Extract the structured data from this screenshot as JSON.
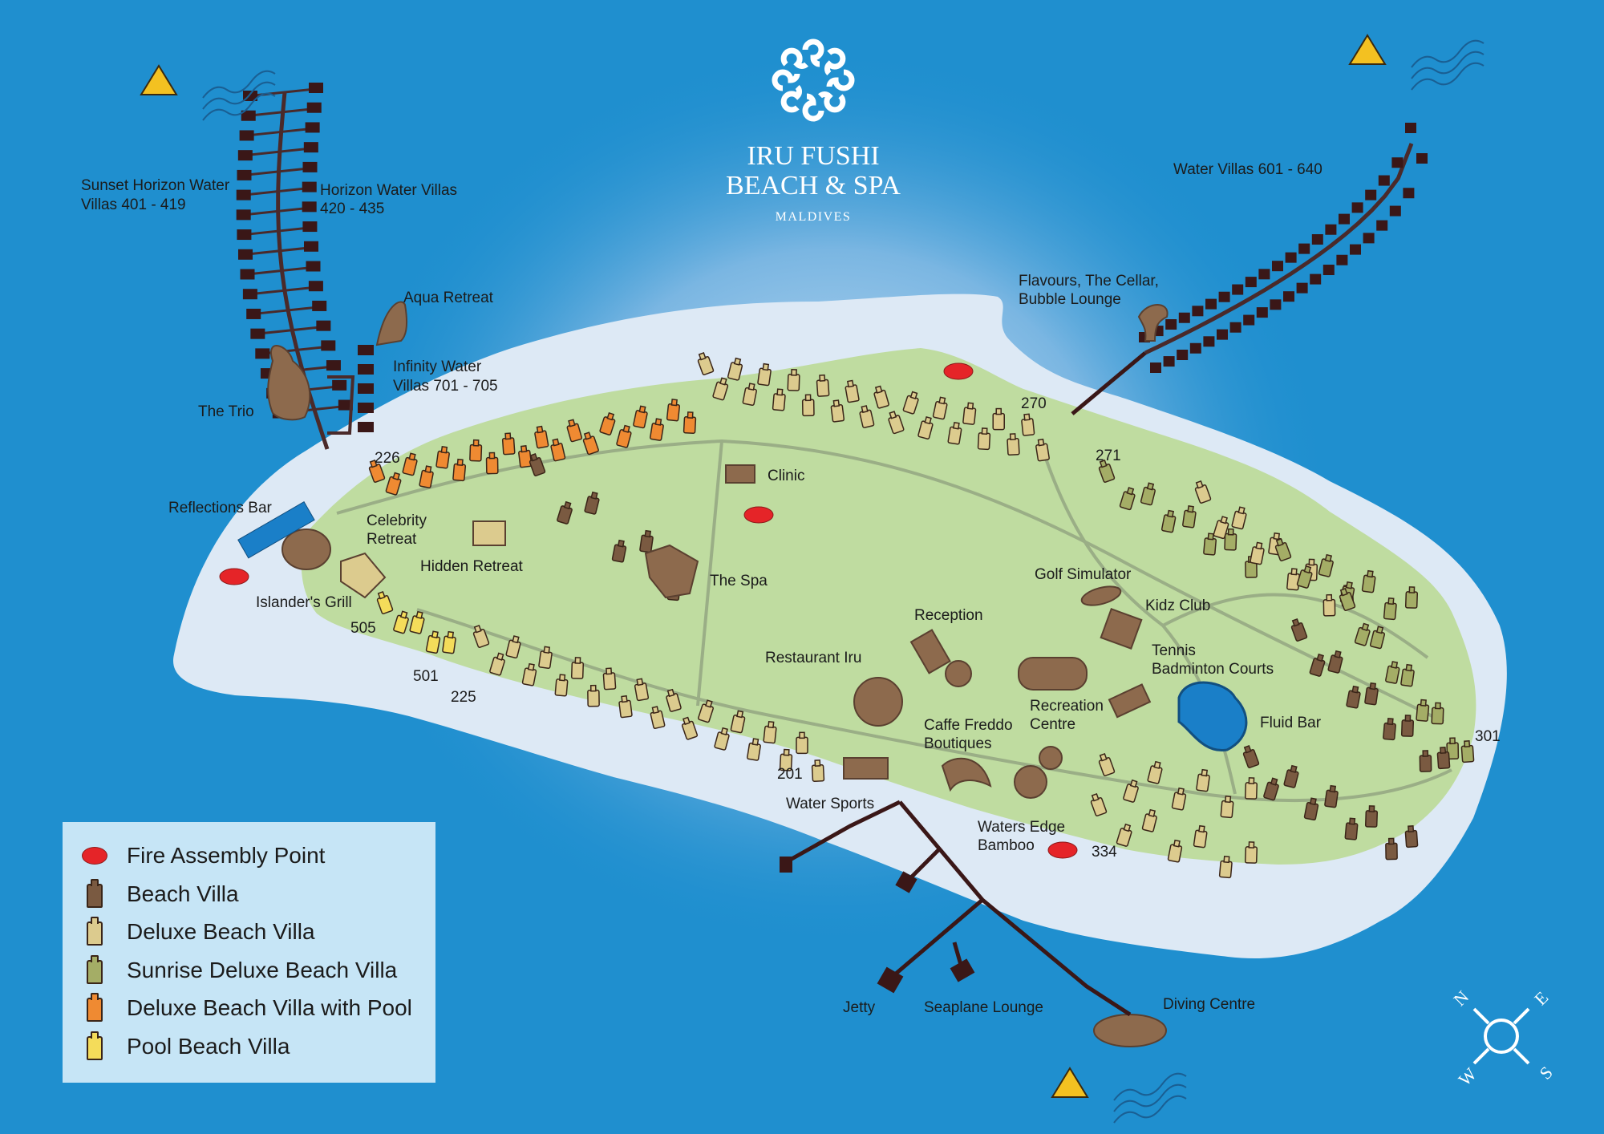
{
  "logo": {
    "line1": "IRU FUSHI",
    "line2": "BEACH & SPA",
    "line3": "MALDIVES"
  },
  "labels": {
    "sunset_horizon_1": "Sunset Horizon Water",
    "sunset_horizon_2": "Villas 401 - 419",
    "horizon_1": "Horizon Water Villas",
    "horizon_2": "420 - 435",
    "aqua_retreat": "Aqua Retreat",
    "infinity_1": "Infinity Water",
    "infinity_2": "Villas 701 - 705",
    "the_trio": "The Trio",
    "reflections_bar": "Reflections Bar",
    "celebrity_1": "Celebrity",
    "celebrity_2": "Retreat",
    "hidden_retreat": "Hidden Retreat",
    "islanders_grill": "Islander's Grill",
    "clinic": "Clinic",
    "the_spa": "The Spa",
    "restaurant_iru": "Restaurant Iru",
    "reception": "Reception",
    "golf_simulator": "Golf Simulator",
    "kidz_club": "Kidz Club",
    "tennis_1": "Tennis",
    "tennis_2": "Badminton Courts",
    "recreation_1": "Recreation",
    "recreation_2": "Centre",
    "caffe_1": "Caffe Freddo",
    "caffe_2": "Boutiques",
    "fluid_bar": "Fluid Bar",
    "water_sports": "Water Sports",
    "waters_edge_1": "Waters Edge",
    "waters_edge_2": "Bamboo",
    "jetty": "Jetty",
    "seaplane_lounge": "Seaplane Lounge",
    "diving_centre": "Diving Centre",
    "flavours_1": "Flavours, The Cellar,",
    "flavours_2": "Bubble Lounge",
    "water_villas_600": "Water Villas 601 - 640"
  },
  "villa_numbers": {
    "n226": "226",
    "n505": "505",
    "n501": "501",
    "n225": "225",
    "n270": "270",
    "n271": "271",
    "n301": "301",
    "n201": "201",
    "n334": "334"
  },
  "compass": {
    "n": "N",
    "e": "E",
    "s": "S",
    "w": "W"
  },
  "legend": [
    {
      "label": "Fire Assembly Point",
      "symbol": "fire-assembly-point",
      "color": "#e52428"
    },
    {
      "label": "Beach Villa",
      "symbol": "villa",
      "color": "#7a5a41"
    },
    {
      "label": "Deluxe Beach Villa",
      "symbol": "villa",
      "color": "#dccb8e"
    },
    {
      "label": "Sunrise Deluxe Beach Villa",
      "symbol": "villa",
      "color": "#a4ad66"
    },
    {
      "label": "Deluxe Beach Villa with Pool",
      "symbol": "villa",
      "color": "#ef8a32"
    },
    {
      "label": "Pool Beach Villa",
      "symbol": "villa",
      "color": "#f4dc5a"
    }
  ],
  "colors": {
    "sea": "#1f8fcf",
    "shallow": "#dde9f5",
    "land": "#bfdca0",
    "building": "#8d6a4d",
    "water_villa": "#3a1717",
    "fire": "#e52428"
  }
}
